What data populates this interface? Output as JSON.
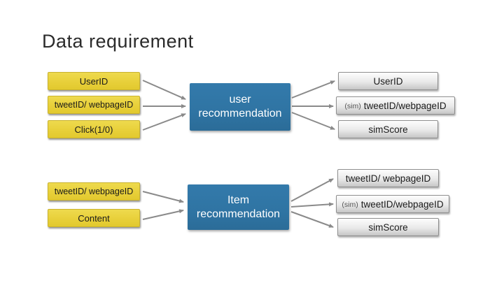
{
  "slide": {
    "title": "Data requirement"
  },
  "colors": {
    "background": "#ffffff",
    "title_text": "#2b2b2b",
    "input_box": "#e8d03a",
    "input_box_light": "#eeda4e",
    "input_box_dark": "#e2c92e",
    "input_box_border": "#c9b22e",
    "process_box": "#2f74a3",
    "process_box_light": "#337aab",
    "process_box_dark": "#2b6c98",
    "process_text": "#ffffff",
    "output_box_top": "#fdfdfd",
    "output_box_bottom": "#c6c6c6",
    "output_box_border": "#8f8f8f",
    "node_text": "#1a1a1a",
    "arrow": "#8a8a8a"
  },
  "diagram": {
    "top_flow": {
      "inputs": [
        {
          "label": "UserID"
        },
        {
          "label": "tweetID/ webpageID"
        },
        {
          "label": "Click(1/0)"
        }
      ],
      "process": {
        "line1": "user",
        "line2": "recommendation"
      },
      "outputs": [
        {
          "prefix": "",
          "label": "UserID"
        },
        {
          "prefix": "(sim)",
          "label": "tweetID/webpageID"
        },
        {
          "prefix": "",
          "label": "simScore"
        }
      ]
    },
    "bottom_flow": {
      "inputs": [
        {
          "label": "tweetID/ webpageID"
        },
        {
          "label": "Content"
        }
      ],
      "process": {
        "line1": "Item",
        "line2": "recommendation"
      },
      "outputs": [
        {
          "prefix": "",
          "label": "tweetID/ webpageID"
        },
        {
          "prefix": "(sim)",
          "label": "tweetID/webpageID"
        },
        {
          "prefix": "",
          "label": "simScore"
        }
      ]
    }
  }
}
